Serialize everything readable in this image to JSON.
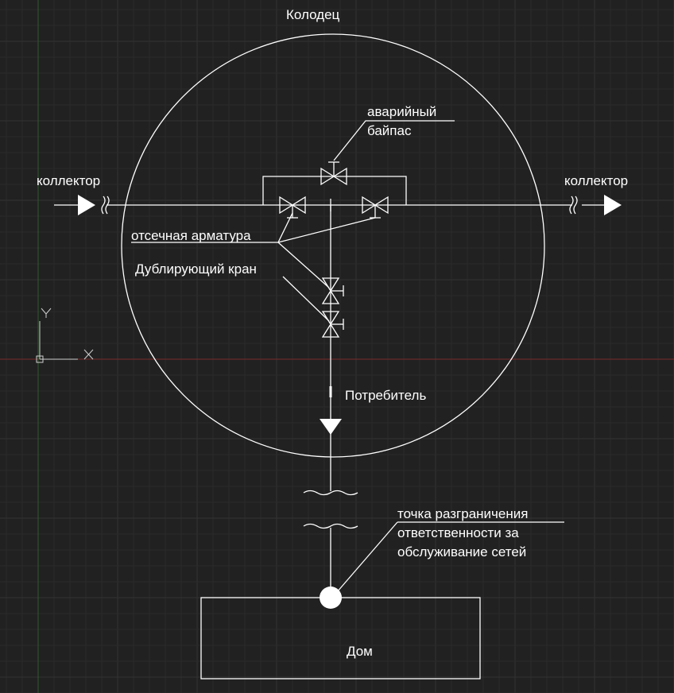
{
  "labels": {
    "well": "Колодец",
    "collector_left": "коллектор",
    "collector_right": "коллектор",
    "bypass_line1": "аварийный",
    "bypass_line2": "байпас",
    "shutoff": "отсечная арматура",
    "duplicate_valve": "Дублирующий кран",
    "consumer": "Потребитель",
    "boundary_line1": "точка разграничения",
    "boundary_line2": "ответственности за",
    "boundary_line3": "обслуживание сетей",
    "house": "Дом"
  },
  "ucs": {
    "y_label": "Y",
    "x_label": "X"
  },
  "colors": {
    "background": "#212121",
    "grid_minor": "#2a2a2a",
    "grid_major": "#333333",
    "lines": "#ffffff",
    "x_axis": "#7a2a2a",
    "y_axis": "#2f5a2f"
  }
}
